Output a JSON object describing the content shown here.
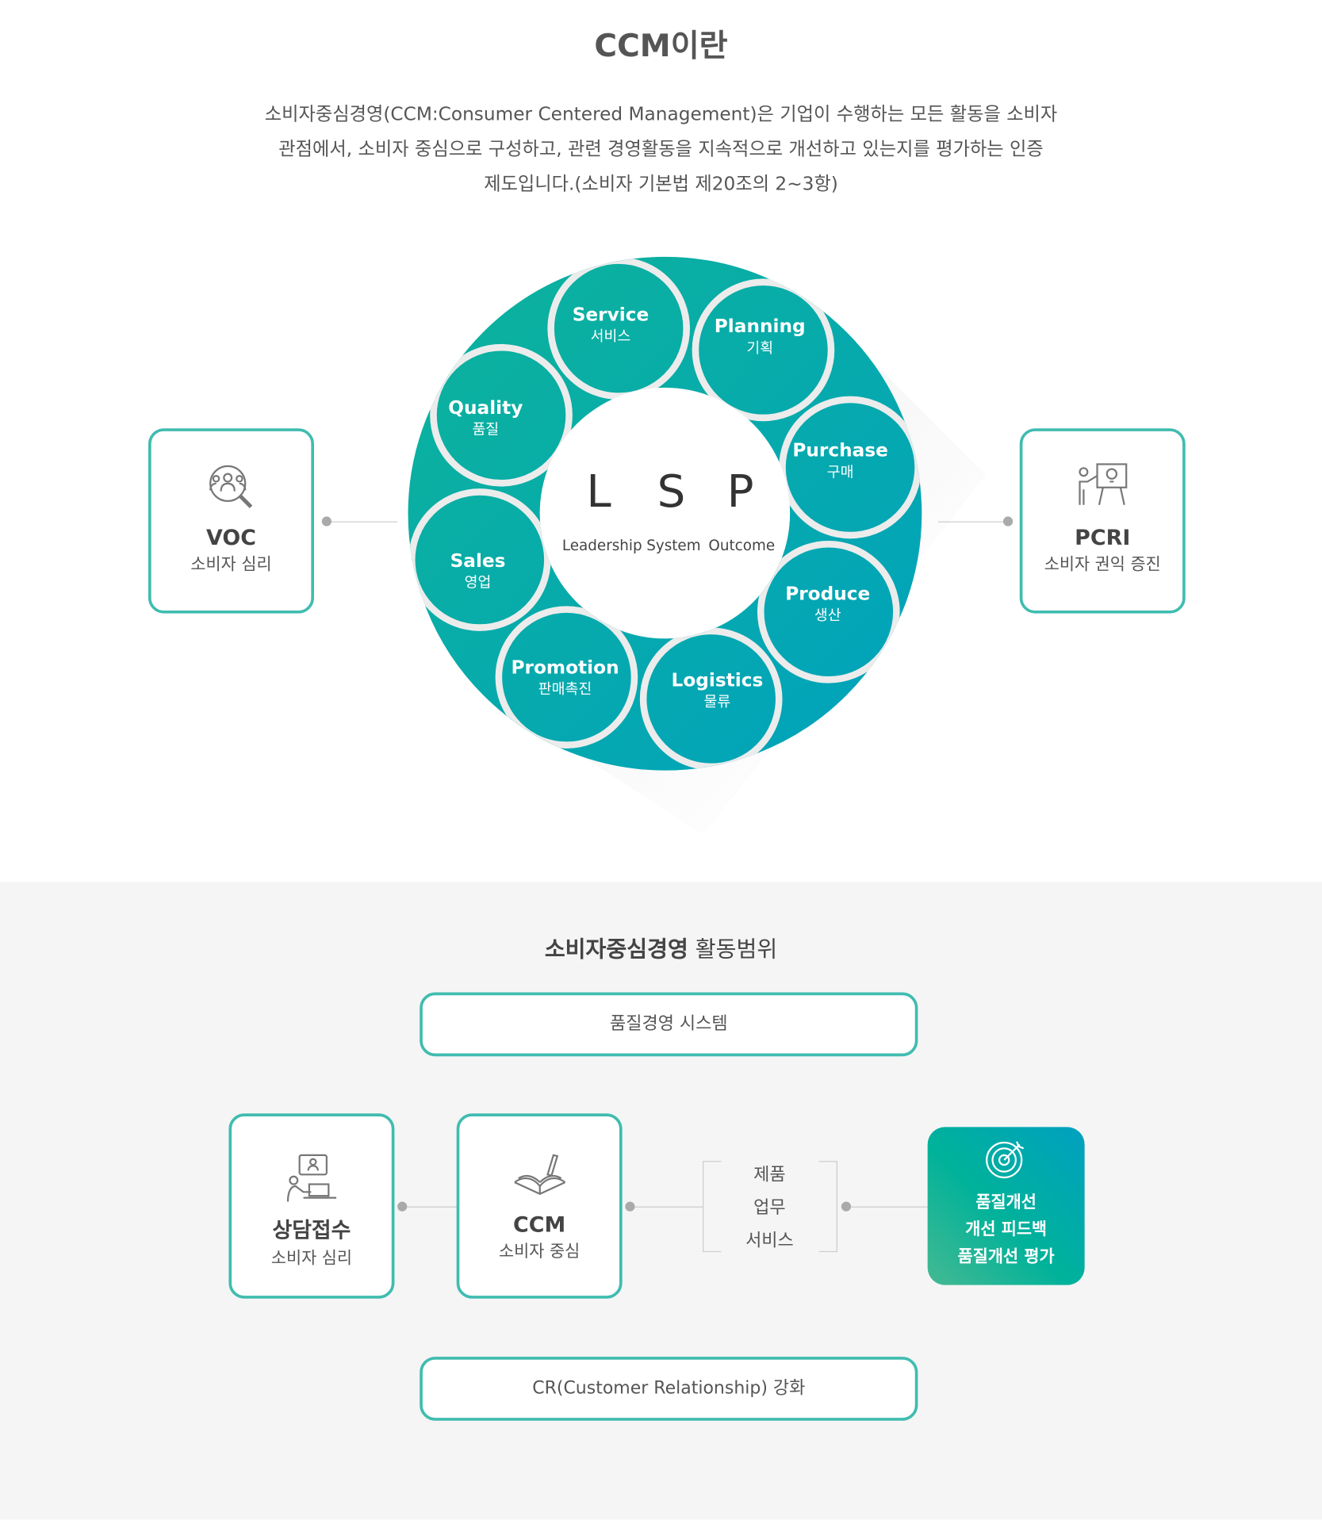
{
  "title": "CCM이란",
  "intro": [
    "소비자중심경영(CCM:Consumer Centered Management)은 기업이 수행하는 모든 활동을 소비자",
    "관점에서, 소비자 중심으로 구성하고, 관련 경영활동을 지속적으로 개선하고 있는지를 평가하는 인증",
    "제도입니다.(소비자 기본법 제20조의 2~3항)"
  ],
  "wheel": {
    "segments": [
      {
        "en": "Service",
        "ko": "서비스"
      },
      {
        "en": "Planning",
        "ko": "기획"
      },
      {
        "en": "Purchase",
        "ko": "구매"
      },
      {
        "en": "Produce",
        "ko": "생산"
      },
      {
        "en": "Logistics",
        "ko": "물류"
      },
      {
        "en": "Promotion",
        "ko": "판매촉진"
      },
      {
        "en": "Sales",
        "ko": "영업"
      },
      {
        "en": "Quality",
        "ko": "품질"
      }
    ],
    "center": {
      "letters": [
        "L",
        "S",
        "P"
      ],
      "words": [
        "Leadership",
        "System",
        "Outcome"
      ]
    },
    "colors": {
      "start": "#0db39a",
      "end": "#00a2bd"
    }
  },
  "left_card": {
    "title": "VOC",
    "sub": "소비자 심리",
    "icon": "people-search-icon"
  },
  "right_card": {
    "title": "PCRI",
    "sub": "소비자 권익 증진",
    "icon": "presentation-idea-icon"
  },
  "scope": {
    "heading_bold": "소비자중심경영",
    "heading_rest": "활동범위",
    "top_pill": "품질경영 시스템",
    "bottom_pill": "CR(Customer Relationship) 강화",
    "card1": {
      "title": "상담접수",
      "sub": "소비자 심리"
    },
    "card2": {
      "title": "CCM",
      "sub": "소비자 중심"
    },
    "list": [
      "제품",
      "업무",
      "서비스"
    ],
    "result": [
      "품질개선",
      "개선 피드백",
      "품질개선 평가"
    ]
  }
}
